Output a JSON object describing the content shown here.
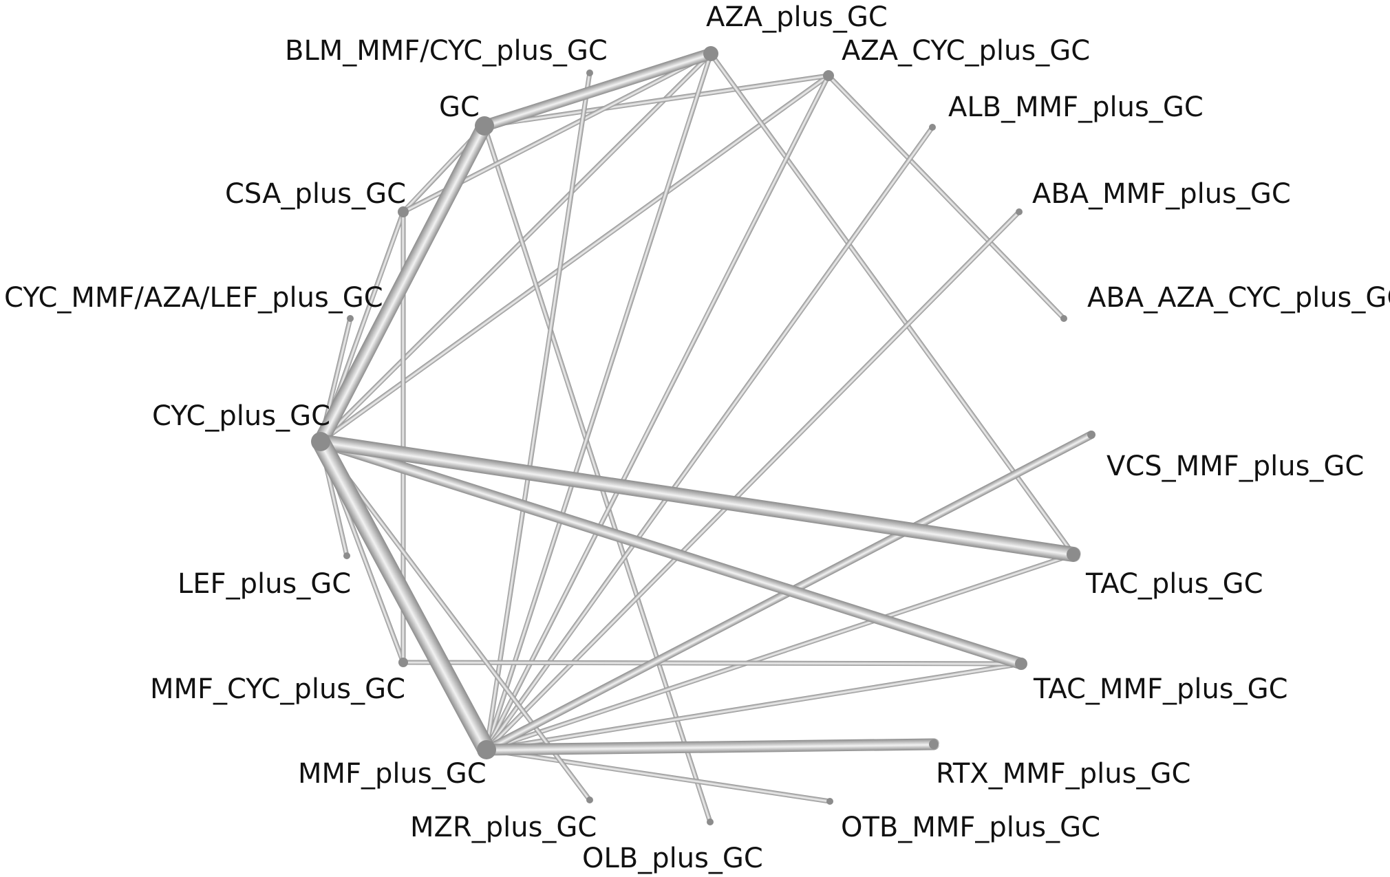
{
  "nodes": [
    {
      "id": "AZA_plus_GC",
      "label": "AZA_plus_GC"
    },
    {
      "id": "BLM_MMF/CYC_plus_GC",
      "label": "BLM_MMF/CYC_plus_GC"
    },
    {
      "id": "AZA_CYC_plus_GC",
      "label": "AZA_CYC_plus_GC"
    },
    {
      "id": "GC",
      "label": "GC"
    },
    {
      "id": "ALB_MMF_plus_GC",
      "label": "ALB_MMF_plus_GC"
    },
    {
      "id": "CSA_plus_GC",
      "label": "CSA_plus_GC"
    },
    {
      "id": "ABA_MMF_plus_GC",
      "label": "ABA_MMF_plus_GC"
    },
    {
      "id": "CYC_MMF/AZA/LEF_plus_GC",
      "label": "CYC_MMF/AZA/LEF_plus_GC"
    },
    {
      "id": "ABA_AZA_CYC_plus_GC",
      "label": "ABA_AZA_CYC_plus_GC"
    },
    {
      "id": "CYC_plus_GC",
      "label": "CYC_plus_GC"
    },
    {
      "id": "VCS_MMF_plus_GC",
      "label": "VCS_MMF_plus_GC"
    },
    {
      "id": "LEF_plus_GC",
      "label": "LEF_plus_GC"
    },
    {
      "id": "TAC_plus_GC",
      "label": "TAC_plus_GC"
    },
    {
      "id": "MMF_CYC_plus_GC",
      "label": "MMF_CYC_plus_GC"
    },
    {
      "id": "TAC_MMF_plus_GC",
      "label": "TAC_MMF_plus_GC"
    },
    {
      "id": "MMF_plus_GC",
      "label": "MMF_plus_GC"
    },
    {
      "id": "RTX_MMF_plus_GC",
      "label": "RTX_MMF_plus_GC"
    },
    {
      "id": "MZR_plus_GC",
      "label": "MZR_plus_GC"
    },
    {
      "id": "OTB_MMF_plus_GC",
      "label": "OTB_MMF_plus_GC"
    },
    {
      "id": "OLB_plus_GC",
      "label": "OLB_plus_GC"
    }
  ],
  "edges": [
    {
      "from": "CYC_plus_GC",
      "to": "MMF_plus_GC",
      "weight": 5
    },
    {
      "from": "CYC_plus_GC",
      "to": "GC",
      "weight": 4
    },
    {
      "from": "CYC_plus_GC",
      "to": "TAC_plus_GC",
      "weight": 4
    },
    {
      "from": "GC",
      "to": "AZA_plus_GC",
      "weight": 3
    },
    {
      "from": "CYC_plus_GC",
      "to": "TAC_MMF_plus_GC",
      "weight": 3
    },
    {
      "from": "MMF_plus_GC",
      "to": "RTX_MMF_plus_GC",
      "weight": 3
    },
    {
      "from": "MMF_plus_GC",
      "to": "VCS_MMF_plus_GC",
      "weight": 2
    },
    {
      "from": "CYC_plus_GC",
      "to": "AZA_plus_GC",
      "weight": 1
    },
    {
      "from": "CYC_plus_GC",
      "to": "AZA_CYC_plus_GC",
      "weight": 1
    },
    {
      "from": "CYC_plus_GC",
      "to": "CSA_plus_GC",
      "weight": 1
    },
    {
      "from": "CYC_plus_GC",
      "to": "CYC_MMF/AZA/LEF_plus_GC",
      "weight": 1
    },
    {
      "from": "CYC_plus_GC",
      "to": "LEF_plus_GC",
      "weight": 1
    },
    {
      "from": "CYC_plus_GC",
      "to": "MMF_CYC_plus_GC",
      "weight": 1
    },
    {
      "from": "GC",
      "to": "AZA_CYC_plus_GC",
      "weight": 1
    },
    {
      "from": "GC",
      "to": "CSA_plus_GC",
      "weight": 1
    },
    {
      "from": "GC",
      "to": "OLB_plus_GC",
      "weight": 1
    },
    {
      "from": "CSA_plus_GC",
      "to": "AZA_plus_GC",
      "weight": 1
    },
    {
      "from": "CSA_plus_GC",
      "to": "MMF_CYC_plus_GC",
      "weight": 1
    },
    {
      "from": "AZA_plus_GC",
      "to": "MMF_plus_GC",
      "weight": 1
    },
    {
      "from": "AZA_plus_GC",
      "to": "TAC_plus_GC",
      "weight": 1
    },
    {
      "from": "AZA_CYC_plus_GC",
      "to": "ABA_AZA_CYC_plus_GC",
      "weight": 1
    },
    {
      "from": "AZA_CYC_plus_GC",
      "to": "MMF_plus_GC",
      "weight": 1
    },
    {
      "from": "BLM_MMF/CYC_plus_GC",
      "to": "MMF_plus_GC",
      "weight": 1
    },
    {
      "from": "MMF_plus_GC",
      "to": "ALB_MMF_plus_GC",
      "weight": 1
    },
    {
      "from": "MMF_plus_GC",
      "to": "ABA_MMF_plus_GC",
      "weight": 1
    },
    {
      "from": "MMF_plus_GC",
      "to": "TAC_MMF_plus_GC",
      "weight": 1
    },
    {
      "from": "MMF_plus_GC",
      "to": "OTB_MMF_plus_GC",
      "weight": 1
    },
    {
      "from": "MMF_plus_GC",
      "to": "TAC_plus_GC",
      "weight": 1
    },
    {
      "from": "MMF_CYC_plus_GC",
      "to": "TAC_MMF_plus_GC",
      "weight": 1
    },
    {
      "from": "CYC_plus_GC",
      "to": "MZR_plus_GC",
      "weight": 1
    }
  ],
  "colors": {
    "edge_dark": "#8c8c8c",
    "edge_light": "#f2f2f2",
    "label": "#111111",
    "background": "#ffffff"
  }
}
